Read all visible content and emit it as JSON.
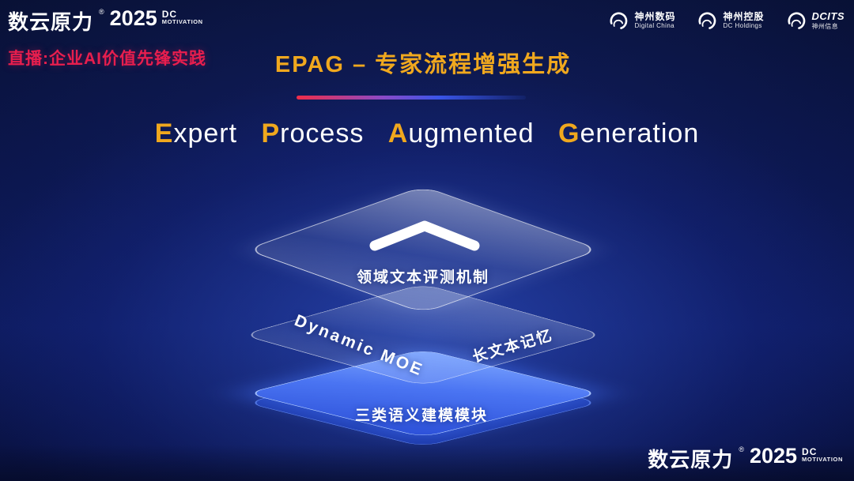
{
  "colors": {
    "gold": "#f0a81e",
    "red": "#e81e4e",
    "white": "#ffffff",
    "blue_layer": "#3e6bf0"
  },
  "brand": {
    "name": "数云原力",
    "reg": "®",
    "year": "2025",
    "dc": "DC",
    "motivation": "MOTIVATION"
  },
  "live_label": "直播:企业AI价值先锋实践",
  "partner_logos": [
    {
      "name": "神州数码",
      "sub": "Digital China"
    },
    {
      "name": "神州控股",
      "sub": "DC Holdings"
    },
    {
      "name": "DCITS",
      "sub": "神州信息"
    }
  ],
  "title_cn": "EPAG – 专家流程增强生成",
  "title_en": {
    "words": [
      {
        "initial": "E",
        "rest": "xpert"
      },
      {
        "initial": "P",
        "rest": "rocess"
      },
      {
        "initial": "A",
        "rest": "ugmented"
      },
      {
        "initial": "G",
        "rest": "eneration"
      }
    ]
  },
  "diagram": {
    "top_layer_label": "领域文本评测机制",
    "mid_layer_label_left": "Dynamic MOE",
    "mid_layer_label_right": "长文本记忆",
    "bottom_layer_label": "三类语义建模模块"
  }
}
